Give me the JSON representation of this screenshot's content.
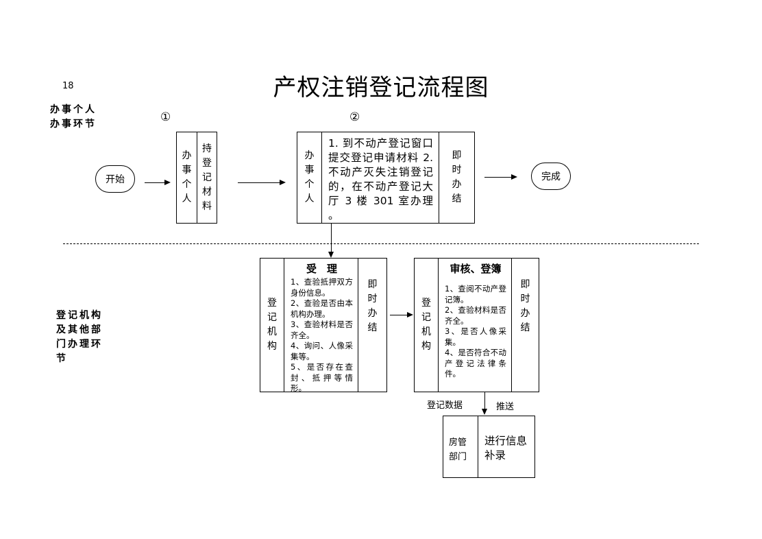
{
  "page_number": "18",
  "title": "产权注销登记流程图",
  "sections": {
    "top_label": "办事个人办事环节",
    "bottom_label": "登记机构及其他部门办理环节"
  },
  "step_markers": {
    "one": "①",
    "two": "②"
  },
  "nodes": {
    "start": "开始",
    "end": "完成",
    "box1": {
      "actor": "办事个人",
      "action": "持登记材料"
    },
    "box2": {
      "actor": "办事个人",
      "content": "1. 到不动产登记窗口提交登记申请材料 2. 不动产灭失注销登记的，在不动产登记大厅 3 楼 301 室办理 。",
      "timing": "即时办结"
    },
    "accept": {
      "actor": "登记机构",
      "heading": "受　理",
      "items": [
        "1、查验抵押双方身份信息。",
        "2、查验是否由本机构办理。",
        "3、查验材料是否齐全。",
        "4、询问、人像采集等。",
        "5、是否存在查封、抵押等情形。"
      ],
      "timing": "即时办结"
    },
    "review": {
      "actor": "登记机构",
      "heading": "审核、登簿",
      "items": [
        "1、查阅不动产登记簿。",
        "2、查验材料是否齐全。",
        "3、是否人像采集。",
        "4、是否符合不动产登记法律条件。"
      ],
      "timing": "即时办结"
    },
    "housing": {
      "dept": "房管部门",
      "action": "进行信息补录"
    }
  },
  "edge_labels": {
    "data": "登记数据",
    "push": "推送"
  }
}
